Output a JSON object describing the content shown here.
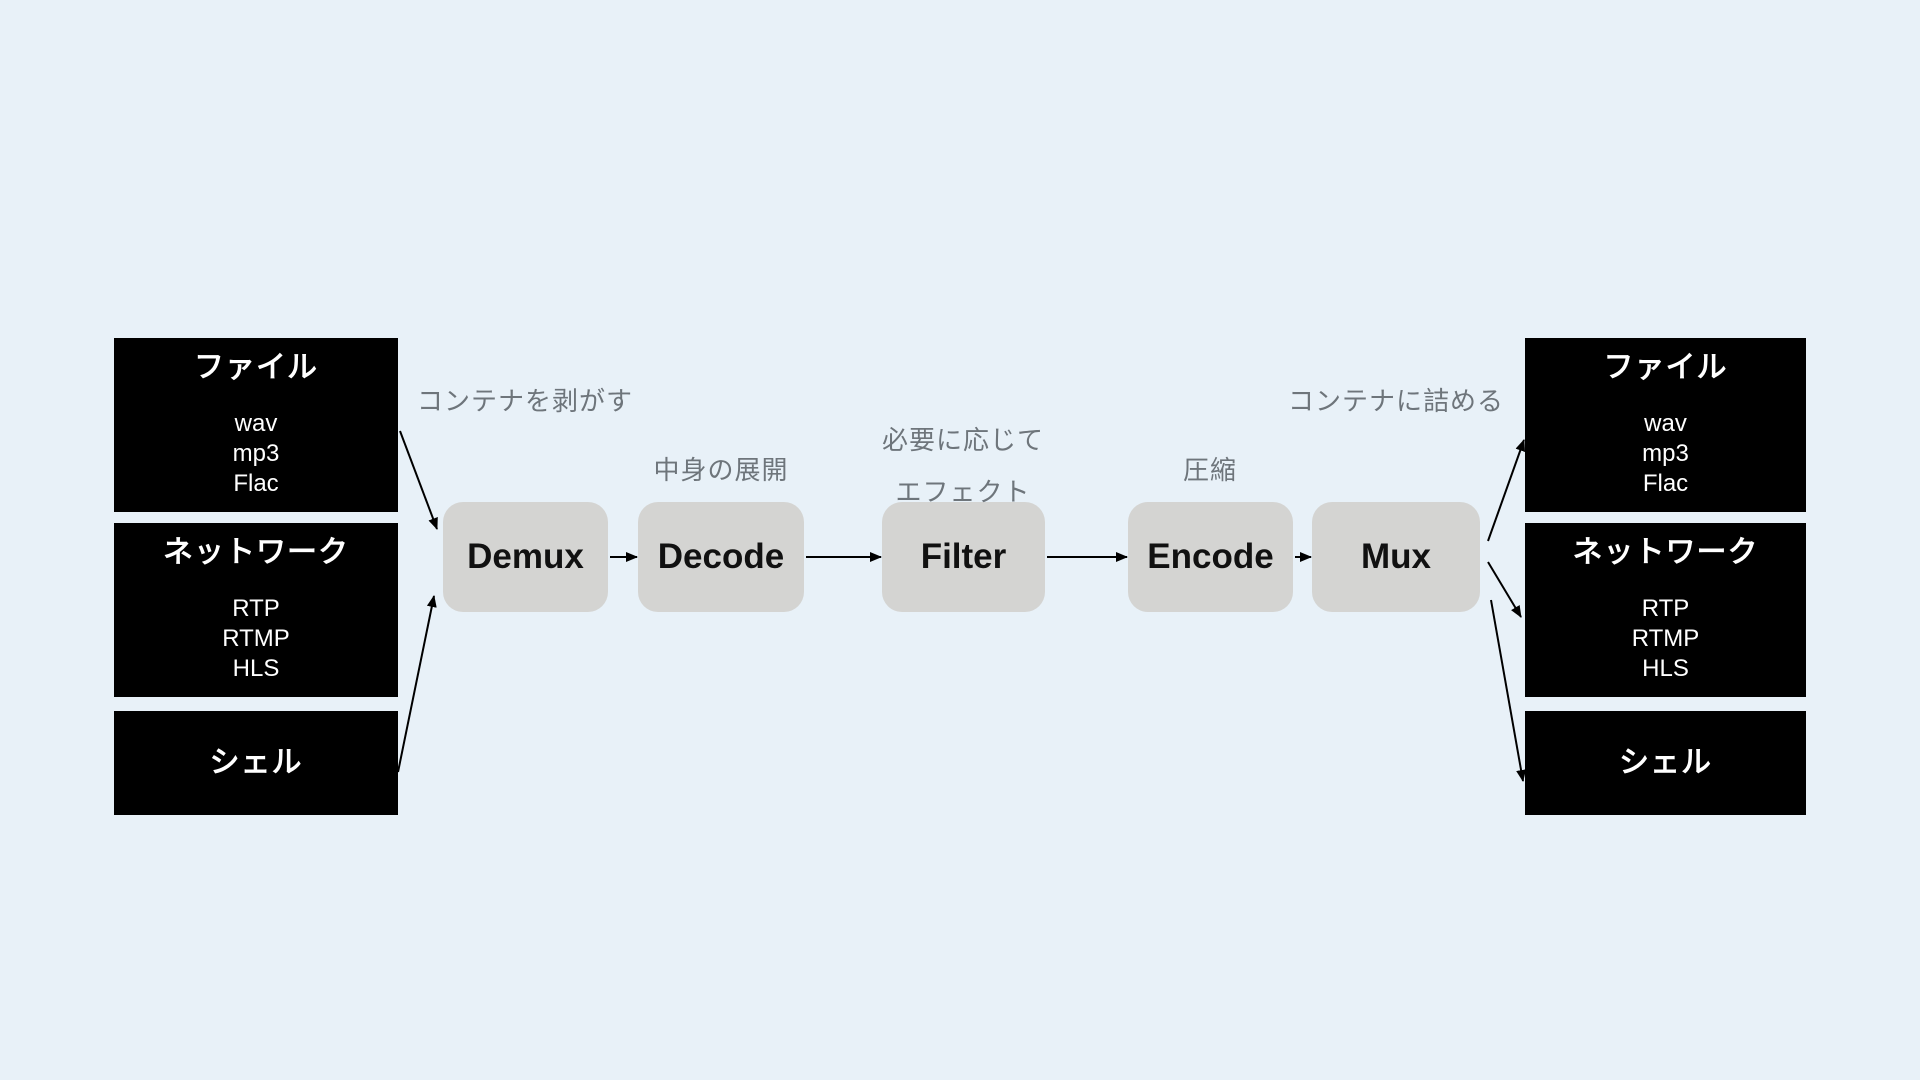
{
  "colors": {
    "background": "#e8f1f8",
    "source_box": "#000000",
    "source_text": "#ffffff",
    "stage_box": "#d4d4d2",
    "stage_text": "#111111",
    "annotation_text": "#6e757b",
    "arrow": "#000000"
  },
  "sources": {
    "file": {
      "title": "ファイル",
      "items": [
        "wav",
        "mp3",
        "Flac"
      ]
    },
    "network": {
      "title": "ネットワーク",
      "items": [
        "RTP",
        "RTMP",
        "HLS"
      ]
    },
    "shell": {
      "title": "シェル"
    }
  },
  "outputs": {
    "file": {
      "title": "ファイル",
      "items": [
        "wav",
        "mp3",
        "Flac"
      ]
    },
    "network": {
      "title": "ネットワーク",
      "items": [
        "RTP",
        "RTMP",
        "HLS"
      ]
    },
    "shell": {
      "title": "シェル"
    }
  },
  "pipeline": {
    "demux": {
      "label": "Demux",
      "annotation": "コンテナを剥がす"
    },
    "decode": {
      "label": "Decode",
      "annotation": "中身の展開"
    },
    "filter": {
      "label": "Filter",
      "annotation_line1": "必要に応じて",
      "annotation_line2": "エフェクト"
    },
    "encode": {
      "label": "Encode",
      "annotation": "圧縮"
    },
    "mux": {
      "label": "Mux",
      "annotation": "コンテナに詰める"
    }
  }
}
